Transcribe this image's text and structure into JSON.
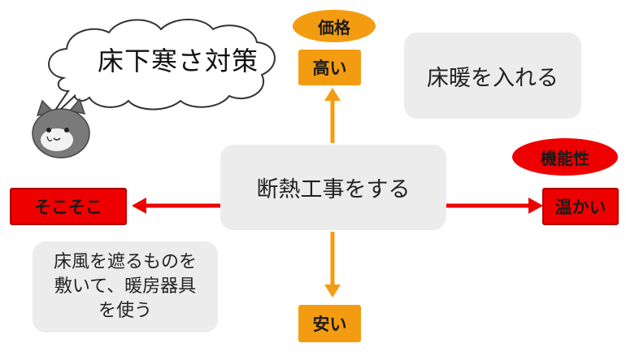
{
  "bubble": {
    "text": "床下寒さ対策"
  },
  "center": {
    "text": "断熱工事をする"
  },
  "top_right": {
    "text": "床暖を入れる"
  },
  "bottom_left": {
    "line1": "床風を遮るものを",
    "line2": "敷いて、暖房器具",
    "line3": "を使う"
  },
  "axis_price": {
    "label": "価格",
    "high": "高い",
    "low": "安い"
  },
  "axis_function": {
    "label": "機能性",
    "high": "温かい",
    "low": "そこそこ"
  },
  "colors": {
    "orange": "#f39c12",
    "red": "#ef0000",
    "gray_box": "#ececec"
  },
  "mascot": {
    "icon": "cat-face-icon"
  }
}
